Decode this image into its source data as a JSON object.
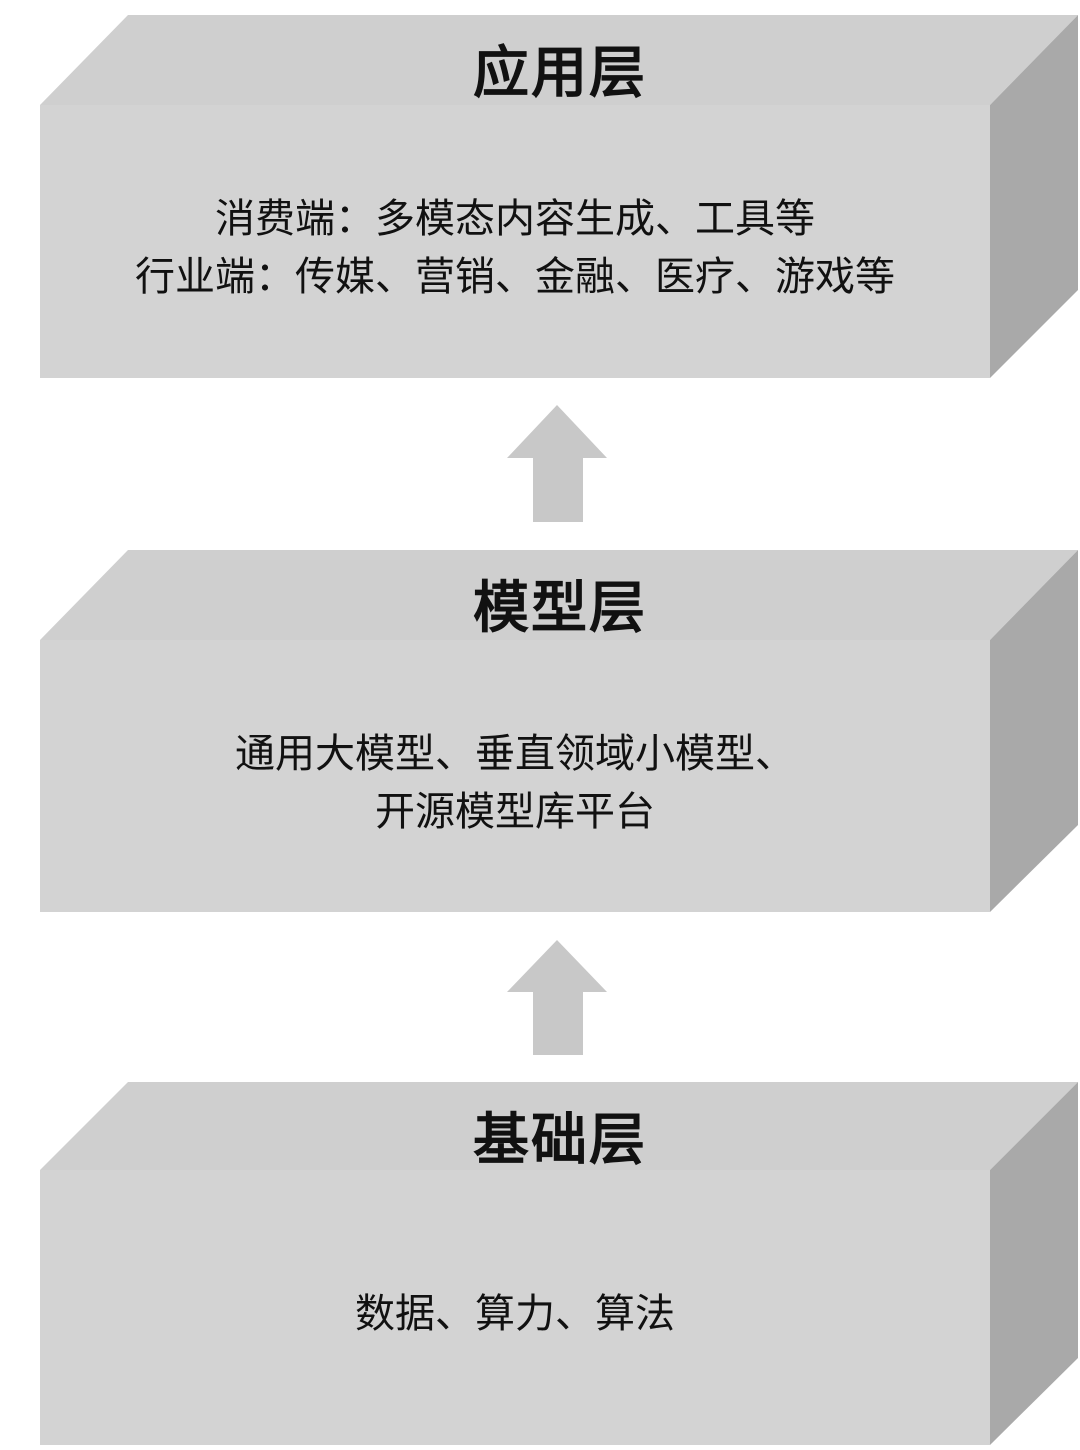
{
  "layers": [
    {
      "title": "应用层",
      "lines": [
        "消费端：多模态内容生成、工具等",
        "行业端：传媒、营销、金融、医疗、游戏等"
      ]
    },
    {
      "title": "模型层",
      "lines": [
        "通用大模型、垂直领域小模型、",
        "开源模型库平台"
      ]
    },
    {
      "title": "基础层",
      "lines": [
        "数据、算力、算法"
      ]
    }
  ],
  "colors": {
    "front": "#d3d3d3",
    "top": "#cfcfcf",
    "side": "#a9a9a9",
    "arrow": "#c8c8c8",
    "text": "#111111"
  }
}
